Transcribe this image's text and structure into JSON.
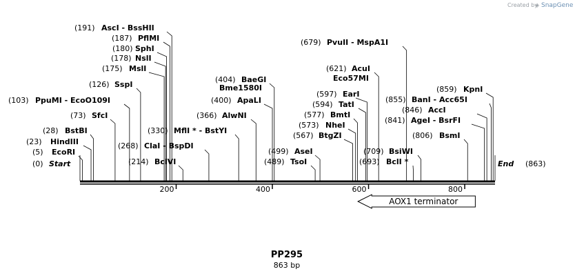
{
  "credit": {
    "text": "Created by",
    "brand": "SnapGene"
  },
  "plasmid": {
    "name": "PP295",
    "length_label": "863 bp"
  },
  "sequence_length": 863,
  "ruler_ticks": [
    200,
    400,
    600,
    800
  ],
  "start_label": {
    "pos": "(0)",
    "name": "Start"
  },
  "end_label": {
    "name": "End",
    "pos": "(863)"
  },
  "sites": [
    {
      "pos": "(5)",
      "name": "EcoRI",
      "bp": 5
    },
    {
      "pos": "(23)",
      "name": "HindIII",
      "bp": 23
    },
    {
      "pos": "(28)",
      "name": "BstBI",
      "bp": 28
    },
    {
      "pos": "(73)",
      "name": "SfcI",
      "bp": 73
    },
    {
      "pos": "(103)",
      "name": "PpuMI  - EcoO109I",
      "bp": 103
    },
    {
      "pos": "(126)",
      "name": "SspI",
      "bp": 126
    },
    {
      "pos": "(175)",
      "name": "MslI",
      "bp": 175
    },
    {
      "pos": "(178)",
      "name": "NslI",
      "bp": 178
    },
    {
      "pos": "(180)",
      "name": "SphI",
      "bp": 180
    },
    {
      "pos": "(187)",
      "name": "PflMI",
      "bp": 187
    },
    {
      "pos": "(191)",
      "name": "AscI  - BssHII",
      "bp": 191
    },
    {
      "pos": "(214)",
      "name": "BclVI",
      "bp": 214
    },
    {
      "pos": "(268)",
      "name": "ClaI  - BspDI",
      "bp": 268
    },
    {
      "pos": "(330)",
      "name": "MflI * - BstYI",
      "bp": 330
    },
    {
      "pos": "(366)",
      "name": "AlwNI",
      "bp": 366
    },
    {
      "pos": "(400)",
      "name": "ApaLI",
      "bp": 400
    },
    {
      "pos": "(404)",
      "name": "BaeGI",
      "bp": 404
    },
    {
      "pos": "",
      "name": "Bme1580I",
      "bp": 404
    },
    {
      "pos": "(489)",
      "name": "TsoI",
      "bp": 489
    },
    {
      "pos": "(499)",
      "name": "AseI",
      "bp": 499
    },
    {
      "pos": "(567)",
      "name": "BtgZI",
      "bp": 567
    },
    {
      "pos": "(573)",
      "name": "NheI",
      "bp": 573
    },
    {
      "pos": "(577)",
      "name": "BmtI",
      "bp": 577
    },
    {
      "pos": "(594)",
      "name": "TatI",
      "bp": 594
    },
    {
      "pos": "(597)",
      "name": "EarI",
      "bp": 597
    },
    {
      "pos": "(621)",
      "name": "AcuI",
      "bp": 621
    },
    {
      "pos": "",
      "name": "Eco57MI",
      "bp": 621
    },
    {
      "pos": "(679)",
      "name": "PvuII  - MspA1I",
      "bp": 679
    },
    {
      "pos": "(693)",
      "name": "BclI *",
      "bp": 693
    },
    {
      "pos": "(709)",
      "name": "BsiWI",
      "bp": 709
    },
    {
      "pos": "(806)",
      "name": "BsmI",
      "bp": 806
    },
    {
      "pos": "(841)",
      "name": "AgeI  - BsrFI",
      "bp": 841
    },
    {
      "pos": "(846)",
      "name": "AccI",
      "bp": 846
    },
    {
      "pos": "(855)",
      "name": "BanI  - Acc65I",
      "bp": 855
    },
    {
      "pos": "(859)",
      "name": "KpnI",
      "bp": 859
    }
  ],
  "features": [
    {
      "name": "AOX1 terminator",
      "start": 578,
      "end": 822,
      "direction": "reverse"
    }
  ]
}
